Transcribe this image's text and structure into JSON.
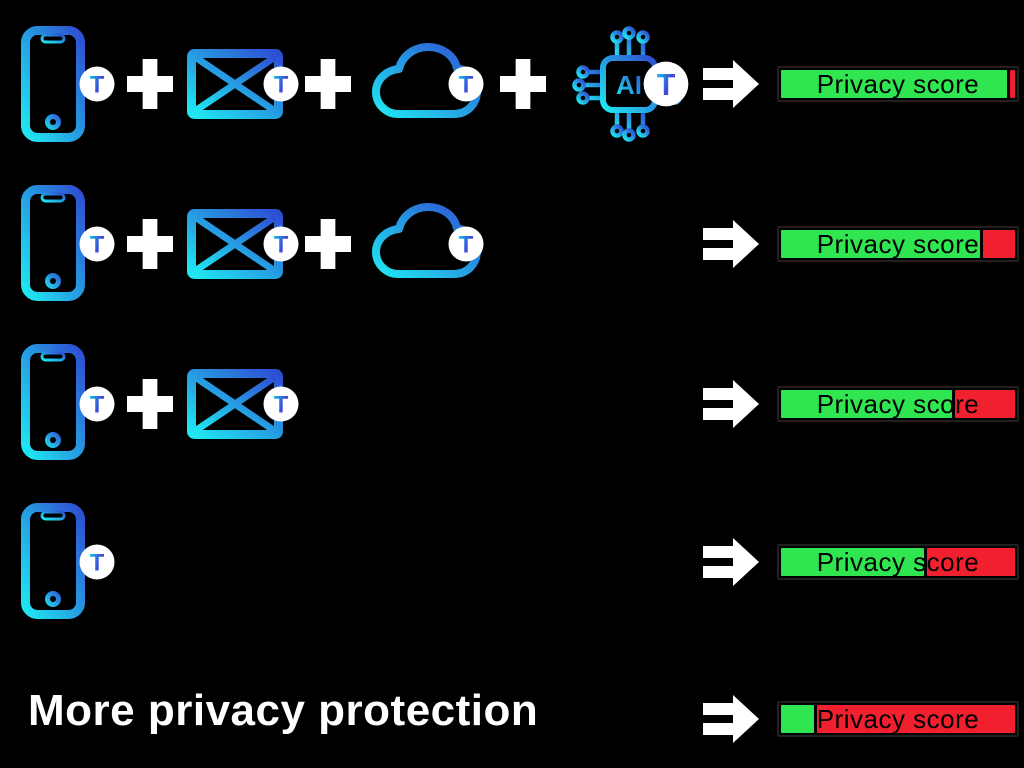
{
  "title": {
    "text": "More privacy protection"
  },
  "bar": {
    "label": "Privacy score"
  },
  "labels": {
    "ai_chip": "AI",
    "t_badge": "T"
  },
  "colors": {
    "background": "#000000",
    "score_green": "#30e650",
    "score_red": "#f1202e",
    "bar_text": "#000000",
    "icon_gradient_start": "#1fe9f2",
    "icon_gradient_end": "#2e4ed2",
    "t_gradient_start": "#15c8e8",
    "t_gradient_end": "#6c2fd6",
    "plus_arrow_white": "#ffffff"
  },
  "rows": [
    {
      "name": "phone-email-cloud-ai",
      "icons": [
        "phone",
        "email",
        "cloud",
        "ai-chip"
      ],
      "privacy_score_pct": 96.5
    },
    {
      "name": "phone-email-cloud",
      "icons": [
        "phone",
        "email",
        "cloud"
      ],
      "privacy_score_pct": 85
    },
    {
      "name": "phone-email",
      "icons": [
        "phone",
        "email"
      ],
      "privacy_score_pct": 73
    },
    {
      "name": "phone-only",
      "icons": [
        "phone"
      ],
      "privacy_score_pct": 61
    },
    {
      "name": "baseline",
      "icons": [],
      "privacy_score_pct": 14
    }
  ]
}
